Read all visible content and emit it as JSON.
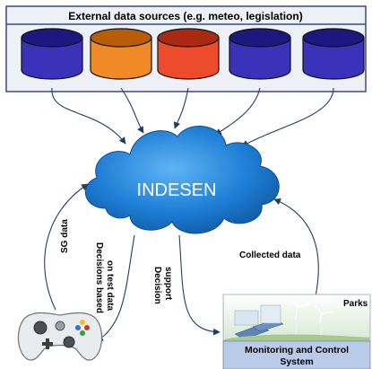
{
  "header": {
    "title": "External data sources (e.g. meteo, legislation)"
  },
  "databases": [
    {
      "color": "#3a32b8",
      "dark": "#1d1880"
    },
    {
      "color": "#f08a26",
      "dark": "#b85c08"
    },
    {
      "color": "#ec4c2c",
      "dark": "#a92a10"
    },
    {
      "color": "#3a32b8",
      "dark": "#1d1880"
    },
    {
      "color": "#3a32b8",
      "dark": "#1d1880"
    }
  ],
  "cloud": {
    "label": "INDESEN",
    "color": "#1f7fd6"
  },
  "flows": {
    "sg_data": "SG data",
    "decisions_test_line1": "Decisions based",
    "decisions_test_line2": "on test data",
    "decision_support_line1": "Decision",
    "decision_support_line2": "support",
    "collected_data": "Collected data"
  },
  "monitoring": {
    "parks": "Parks",
    "title_line1": "Monitoring and Control",
    "title_line2": "System"
  },
  "colors": {
    "panel_bg": "#eef0f7",
    "panel_border": "#3b4a7a",
    "arrow": "#1f3e66",
    "monitor_bar": "#b9cbe8"
  },
  "icons": [
    "database-icon",
    "cloud-icon",
    "gamepad-icon",
    "park-icon"
  ]
}
